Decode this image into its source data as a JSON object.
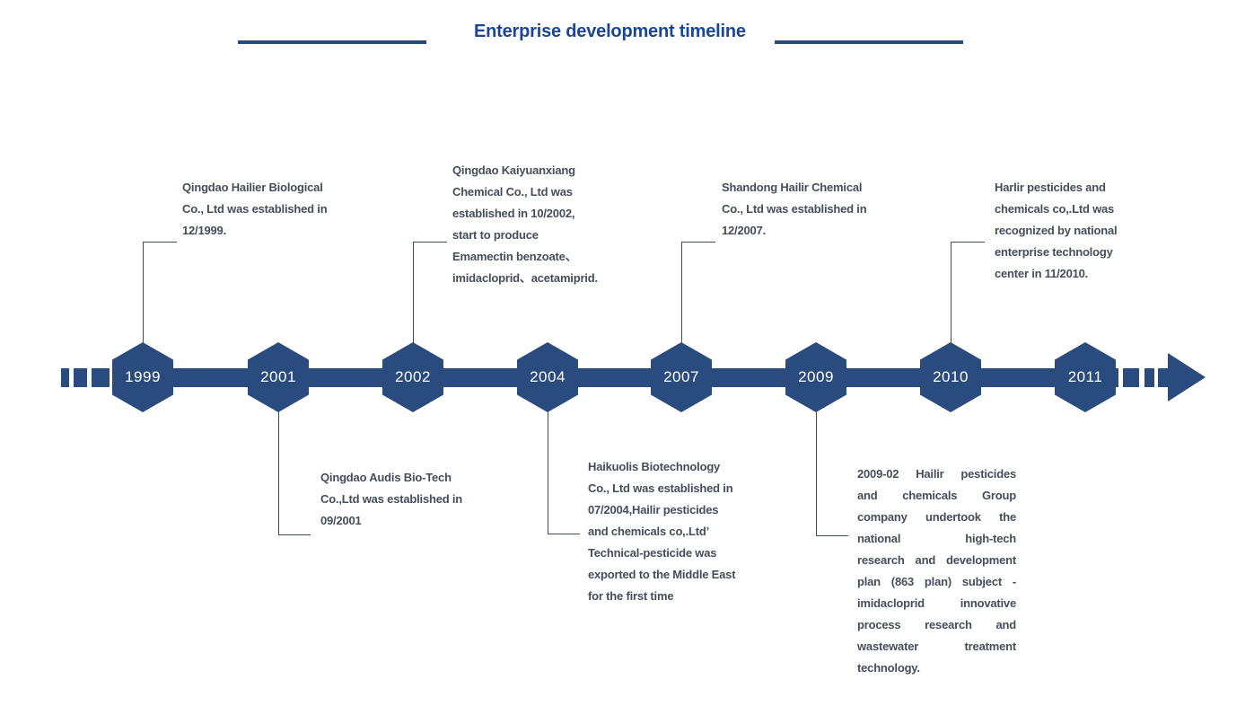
{
  "page": {
    "title": "Enterprise development timeline"
  },
  "colors": {
    "navy": "#2a4b7d",
    "title_blue": "#1b4695",
    "body_text": "#454e5a",
    "connector": "#3f4d63"
  },
  "timeline": {
    "years": [
      "1999",
      "2001",
      "2002",
      "2004",
      "2007",
      "2009",
      "2010",
      "2011"
    ]
  },
  "events": [
    {
      "year": "1999",
      "position": "above",
      "lines": [
        "Qingdao Hailier Biological",
        "Co., Ltd was established in",
        "12/1999."
      ]
    },
    {
      "year": "2001",
      "position": "below",
      "lines": [
        "Qingdao Audis Bio-Tech",
        "Co.,Ltd was established in",
        "09/2001"
      ]
    },
    {
      "year": "2002",
      "position": "above",
      "lines": [
        "Qingdao Kaiyuanxiang",
        "Chemical Co., Ltd was",
        "established in 10/2002,",
        "start to produce",
        "Emamectin benzoate、",
        "imidacloprid、acetamiprid."
      ]
    },
    {
      "year": "2004",
      "position": "below",
      "lines": [
        "Haikuolis Biotechnology",
        "Co., Ltd was established in",
        "07/2004,Hailir pesticides",
        "and chemicals co,.Ltd’",
        "Technical-pesticide was",
        "exported to the Middle East",
        "for the first time"
      ]
    },
    {
      "year": "2007",
      "position": "above",
      "lines": [
        "Shandong Hailir Chemical",
        "Co., Ltd was established in",
        "12/2007."
      ]
    },
    {
      "year": "2009",
      "position": "below",
      "lines": [
        "2009-02 Hailir pesticides",
        "and chemicals Group",
        "company undertook the",
        "national high-tech",
        "research and development",
        "plan (863 plan) subject -",
        "imidacloprid innovative",
        "process research and",
        "wastewater treatment",
        "technology."
      ]
    },
    {
      "year": "2010",
      "position": "above",
      "lines": [
        "Harlir pesticides and",
        "chemicals co,.Ltd was",
        "recognized by national",
        "enterprise technology",
        "center in 11/2010."
      ]
    }
  ]
}
